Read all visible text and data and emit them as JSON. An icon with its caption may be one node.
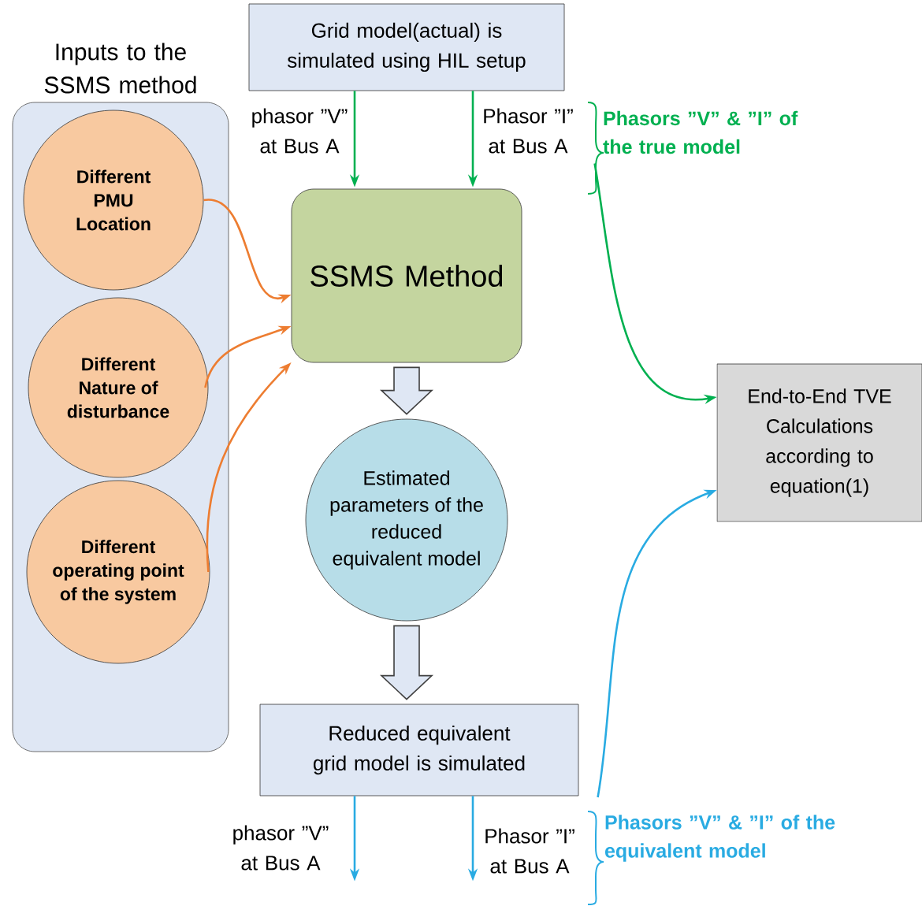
{
  "diagram": {
    "nodes": [
      {
        "text": [
          "Inputs to the SSMS method"
        ]
      },
      {
        "text": [
          "Different PMU Location"
        ],
        "in": 0
      },
      {
        "text": [
          "Different Nature of disturbance"
        ],
        "in": 0
      },
      {
        "text": [
          "Different operating point of the system"
        ],
        "in": 0
      },
      {
        "text": [
          "Grid model(actual) is simulated using HIL setup"
        ]
      },
      {
        "text": [
          "SSMS Method"
        ]
      },
      {
        "text": [
          "Estimated parameters of the reduced equivalent model"
        ]
      },
      {
        "text": [
          "Reduced equivalent grid model is simulated"
        ]
      },
      {
        "text": [
          "End-to-End TVE Calculations according to equation(1)"
        ]
      },
      {
        "text": [
          "Phasors ”V” & ”I” of the true model"
        ]
      },
      {
        "text": [
          "Phasors ”V” & ”I” of the equivalent model"
        ]
      }
    ],
    "edges": [
      {
        "from": 1,
        "to": 5,
        "arrow": "to",
        "color": "#ed7d31"
      },
      {
        "from": 2,
        "to": 5,
        "arrow": "to",
        "color": "#ed7d31"
      },
      {
        "from": 3,
        "to": 5,
        "arrow": "to",
        "color": "#ed7d31"
      },
      {
        "from": 4,
        "to": 5,
        "arrow": "to",
        "label": "phasor ”V” at Bus A",
        "color": "#00b050"
      },
      {
        "from": 4,
        "to": 5,
        "arrow": "to",
        "label": "Phasor ”I” at Bus A",
        "color": "#00b050"
      },
      {
        "from": 5,
        "to": 6,
        "arrow": "to",
        "style": "thick",
        "color": "#404040"
      },
      {
        "from": 6,
        "to": 7,
        "arrow": "to",
        "style": "thick",
        "color": "#404040"
      },
      {
        "from": 9,
        "to": 8,
        "arrow": "to",
        "color": "#00b050"
      },
      {
        "from": 10,
        "to": 8,
        "arrow": "to",
        "color": "#29abe2"
      },
      {
        "from": 7,
        "to": null,
        "arrow": "to",
        "label": "phasor ”V” at Bus A",
        "color": "#29abe2"
      },
      {
        "from": 7,
        "to": null,
        "arrow": "to",
        "label": "Phasor ”I” at Bus A",
        "color": "#29abe2"
      }
    ]
  }
}
